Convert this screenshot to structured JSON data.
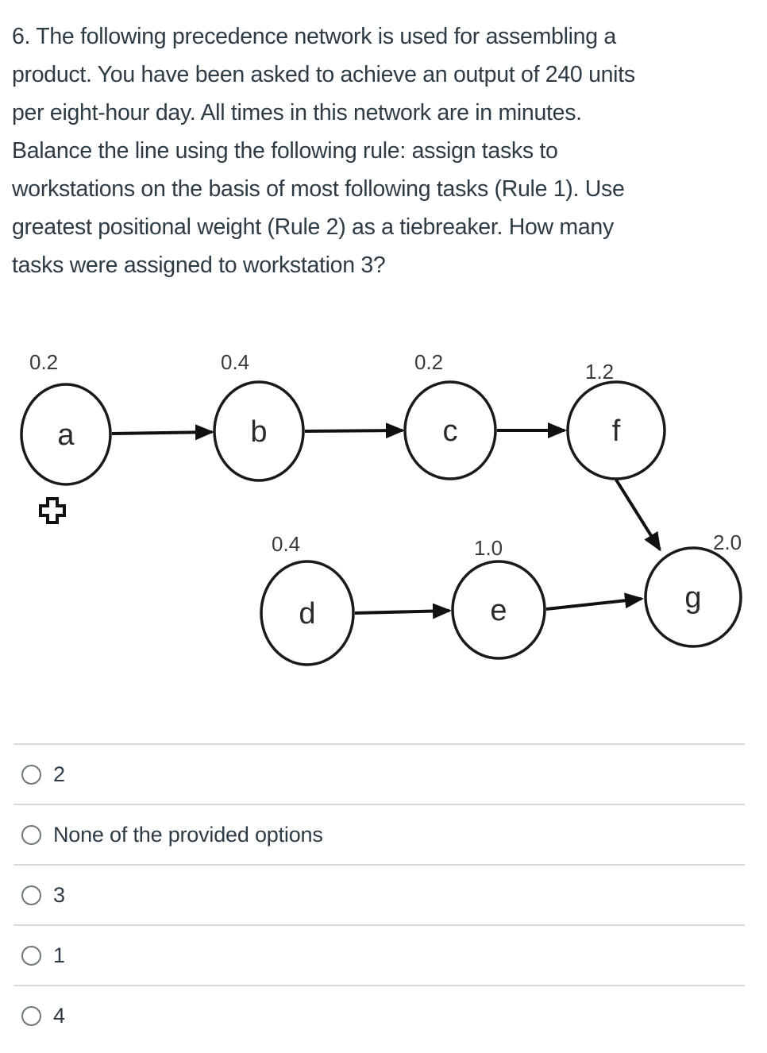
{
  "question": {
    "lines": [
      "6. The following precedence network is used for assembling a",
      "product. You have been asked to achieve an output of 240 units",
      "per eight-hour day. All times in this network are in minutes.",
      "Balance the line using the following rule: assign tasks to",
      "workstations on the basis of most following tasks (Rule 1). Use",
      "greatest positional weight (Rule 2) as a tiebreaker. How many",
      "tasks were assigned to workstation 3?"
    ]
  },
  "diagram": {
    "nodes": [
      {
        "id": "a",
        "time": "0.2"
      },
      {
        "id": "b",
        "time": "0.4"
      },
      {
        "id": "c",
        "time": "0.2"
      },
      {
        "id": "f",
        "time": "1.2"
      },
      {
        "id": "d",
        "time": "0.4"
      },
      {
        "id": "e",
        "time": "1.0"
      },
      {
        "id": "g",
        "time": "2.0"
      }
    ],
    "edges": [
      "a->b",
      "b->c",
      "c->f",
      "f->g",
      "d->e",
      "e->g"
    ],
    "cursor_icon": "plus-cursor"
  },
  "options": [
    {
      "label": "2"
    },
    {
      "label": "None of the provided options"
    },
    {
      "label": "3"
    },
    {
      "label": "1"
    },
    {
      "label": "4"
    }
  ],
  "colors": {
    "text": "#2d3b45",
    "divider": "#d9d9d9",
    "diagram_ink": "#1a1a1a",
    "radio_border": "#6e777e",
    "background": "#ffffff"
  }
}
